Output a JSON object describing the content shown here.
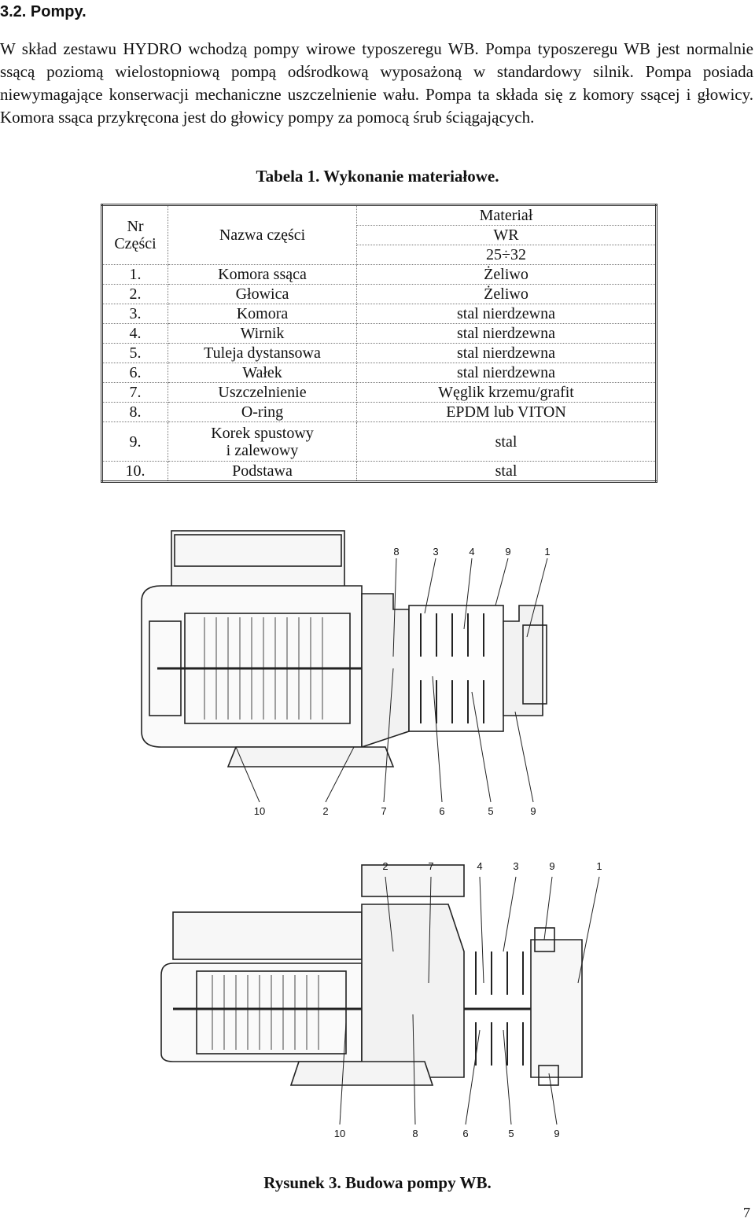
{
  "section": {
    "heading": "3.2. Pompy."
  },
  "paragraph": "W skład zestawu HYDRO wchodzą pompy wirowe typoszeregu WB. Pompa typoszeregu WB jest normalnie ssącą poziomą wielostopniową pompą odśrodkową wyposażoną w standardowy silnik. Pompa posiada niewymagające konserwacji mechaniczne uszczelnienie wału. Pompa ta składa się z komory ssącej i głowicy. Komora ssąca przykręcona jest do głowicy pompy za pomocą śrub ściągających.",
  "table": {
    "caption": "Tabela 1. Wykonanie materiałowe.",
    "header": {
      "nr_line1": "Nr",
      "nr_line2": "Części",
      "name": "Nazwa części",
      "material": "Materiał",
      "material_type": "WR",
      "material_range": "25÷32"
    },
    "rows": [
      {
        "nr": "1.",
        "name": "Komora ssąca",
        "material": "Żeliwo"
      },
      {
        "nr": "2.",
        "name": "Głowica",
        "material": "Żeliwo"
      },
      {
        "nr": "3.",
        "name": "Komora",
        "material": "stal nierdzewna"
      },
      {
        "nr": "4.",
        "name": "Wirnik",
        "material": "stal nierdzewna"
      },
      {
        "nr": "5.",
        "name": "Tuleja dystansowa",
        "material": "stal nierdzewna"
      },
      {
        "nr": "6.",
        "name": "Wałek",
        "material": "stal nierdzewna"
      },
      {
        "nr": "7.",
        "name": "Uszczelnienie",
        "material": "Węglik krzemu/grafit"
      },
      {
        "nr": "8.",
        "name": "O-ring",
        "material": "EPDM lub VITON"
      },
      {
        "nr": "9.",
        "name_line1": "Korek spustowy",
        "name_line2": "i zalewowy",
        "material": "stal"
      },
      {
        "nr": "10.",
        "name": "Podstawa",
        "material": "stal"
      }
    ]
  },
  "figure": {
    "caption": "Rysunek 3. Budowa pompy WB.",
    "top_view_labels": {
      "top": [
        "8",
        "3",
        "4",
        "9",
        "1"
      ],
      "bottom": [
        "10",
        "2",
        "7",
        "6",
        "5",
        "9"
      ]
    },
    "bottom_view_labels": {
      "top": [
        "2",
        "7",
        "4",
        "3",
        "9",
        "1"
      ],
      "bottom": [
        "10",
        "8",
        "6",
        "5",
        "9"
      ]
    }
  },
  "page": {
    "number": "7"
  }
}
